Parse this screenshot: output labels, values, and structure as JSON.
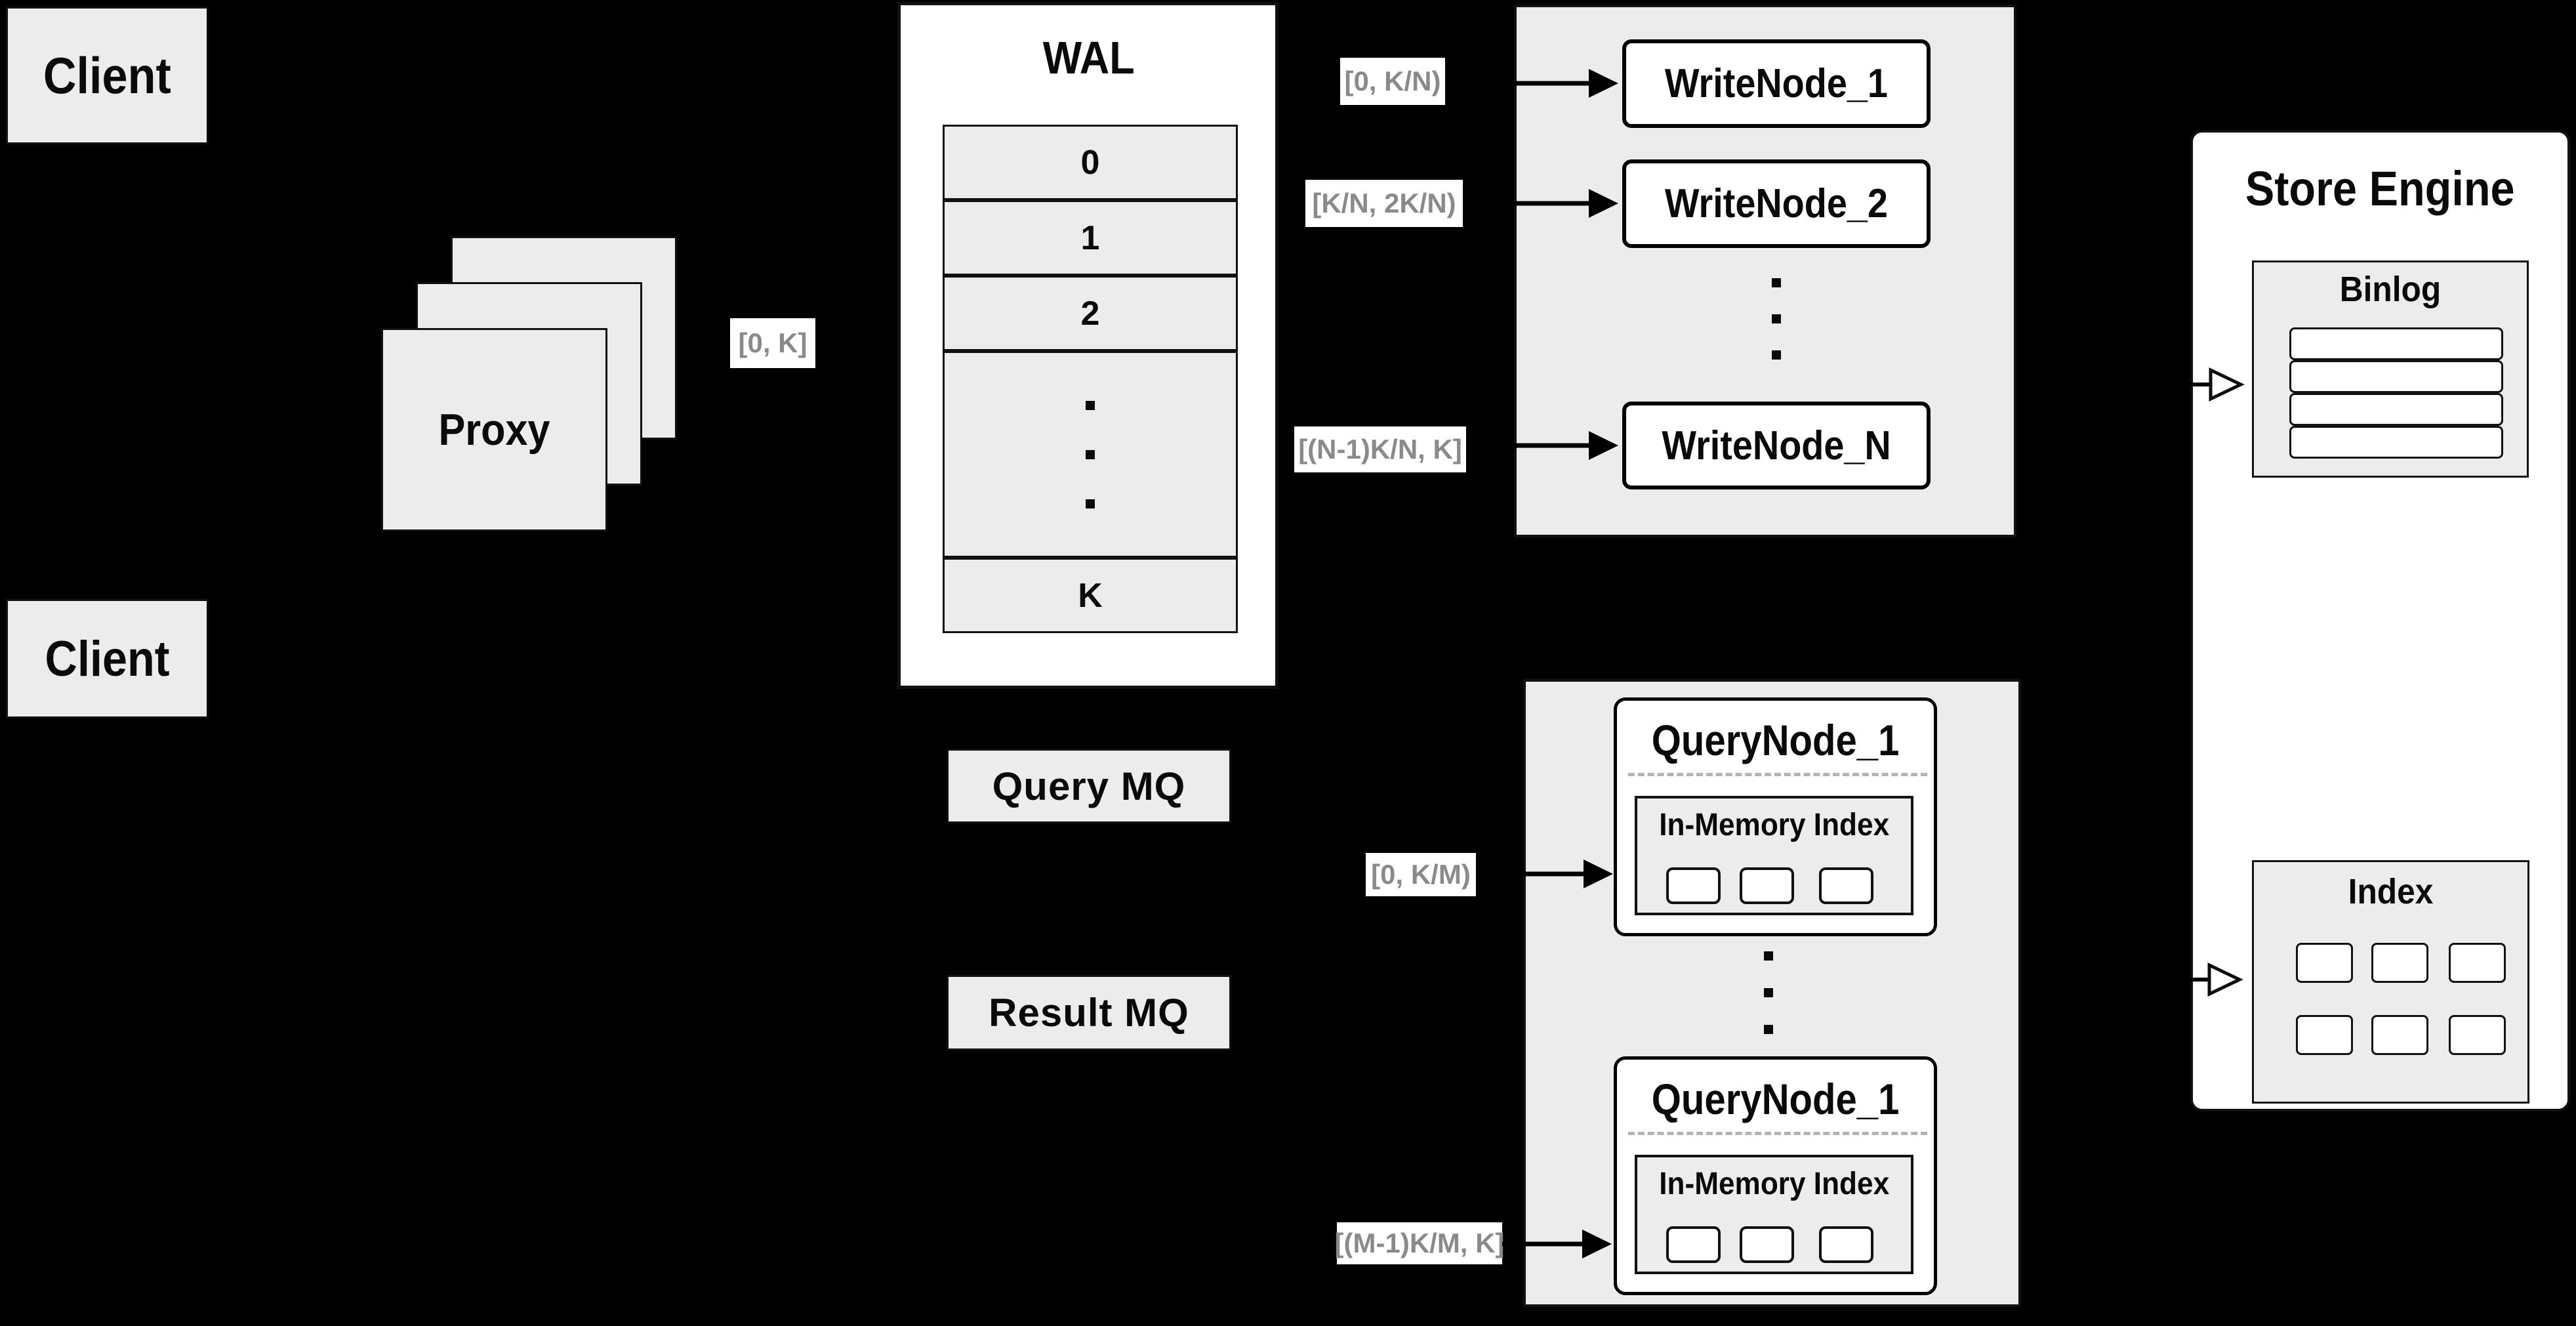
{
  "clients": {
    "top": "Client",
    "bottom": "Client"
  },
  "proxy": {
    "label": "Proxy",
    "range": "[0, K]"
  },
  "wal": {
    "title": "WAL",
    "slots": [
      "0",
      "1",
      "2",
      "K"
    ]
  },
  "write": {
    "labels": [
      "[0, K/N)",
      "[K/N, 2K/N)",
      "[(N-1)K/N, K]"
    ],
    "nodes": [
      "WriteNode_1",
      "WriteNode_2",
      "WriteNode_N"
    ]
  },
  "mq": {
    "query": "Query MQ",
    "result": "Result MQ"
  },
  "qn": {
    "labels": [
      "[0, K/M)",
      "[(M-1)K/M, K]"
    ],
    "nodes": [
      {
        "title": "QueryNode_1",
        "index": "In-Memory Index"
      },
      {
        "title": "QueryNode_1",
        "index": "In-Memory Index"
      }
    ]
  },
  "store": {
    "title": "Store Engine",
    "binlog": "Binlog",
    "index": "Index"
  },
  "colors": {
    "background": "#000000",
    "panel_fill": "#ececec",
    "card_fill": "#ffffff",
    "border": "#111111",
    "range_label_text": "#8a8a8a",
    "text": "#0a0a0a"
  }
}
